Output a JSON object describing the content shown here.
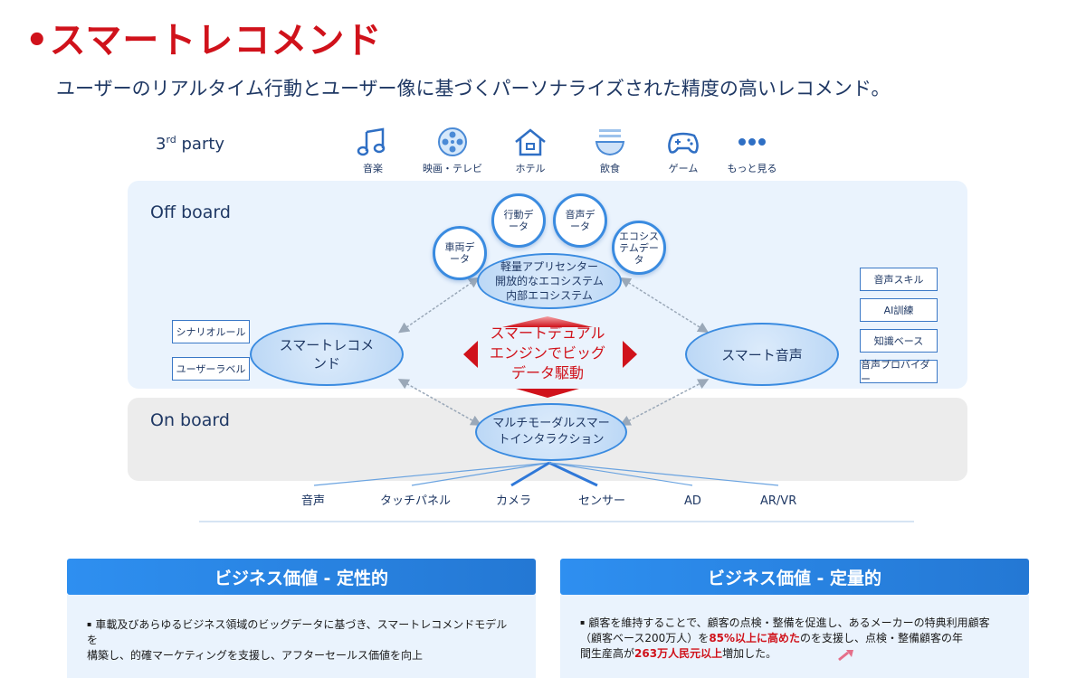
{
  "title": "•スマートレコメンド",
  "subtitle": "ユーザーのリアルタイム行動とユーザー像に基づくパーソナライズされた精度の高いレコメンド。",
  "third_party": {
    "label_prefix": "3",
    "label_sup": "rd",
    "label_suffix": " party",
    "items": [
      {
        "icon": "music-icon",
        "label": "音楽"
      },
      {
        "icon": "film-reel-icon",
        "label": "映画・テレビ"
      },
      {
        "icon": "house-icon",
        "label": "ホテル"
      },
      {
        "icon": "food-bowl-icon",
        "label": "飲食"
      },
      {
        "icon": "gamepad-icon",
        "label": "ゲーム"
      },
      {
        "icon": "more-dots-icon",
        "label": "もっと見る"
      }
    ]
  },
  "offboard": {
    "label": "Off board",
    "data_bubbles": [
      "車両データ",
      "行動データ",
      "音声データ",
      "エコシステムデータ"
    ],
    "data_bubble_lines": [
      [
        "車両デ",
        "ータ"
      ],
      [
        "行動デ",
        "ータ"
      ],
      [
        "音声デ",
        "ータ"
      ],
      [
        "エコシス",
        "テムデー",
        "タ"
      ]
    ],
    "center_lines": [
      "軽量アプリセンター",
      "開放的なエコシステム",
      "内部エコシステム"
    ],
    "left_tags": [
      "シナリオルール",
      "ユーザーラベル"
    ],
    "right_tags": [
      "音声スキル",
      "AI訓練",
      "知識ベース",
      "音声プロバイダー"
    ],
    "left_node_lines": [
      "スマートレコメ",
      "ンド"
    ],
    "right_node": "スマート音声",
    "engine_lines": [
      "スマートデュアル",
      "エンジンでビッグ",
      "データ駆動"
    ]
  },
  "onboard": {
    "label": "On board",
    "node_lines": [
      "マルチモーダルスマー",
      "トインタラクション"
    ],
    "inputs": [
      "音声",
      "タッチパネル",
      "カメラ",
      "センサー",
      "AD",
      "AR/VR"
    ]
  },
  "business": {
    "qualitative": {
      "title": "ビジネス価値 - 定性的",
      "bullet": "▪",
      "lines": [
        "車載及びあらゆるビジネス領域のビッグデータに基づき、スマートレコメンドモデルを",
        "構築し、的確マーケティングを支援し、アフターセールス価値を向上"
      ]
    },
    "quantitative": {
      "title": "ビジネス価値 - 定量的",
      "bullet": "▪",
      "line1": "顧客を維持することで、顧客の点検・整備を促進し、あるメーカーの特典利用顧客",
      "line2_pre": "（顧客ベース200万人）を",
      "line2_hl": "85%以上に高めた",
      "line2_post": "のを支援し、点検・整備顧客の年",
      "line3_pre": "間生産高が",
      "line3_hl": "263万人民元以上",
      "line3_post": "増加した。"
    }
  },
  "colors": {
    "accent_red": "#d0121b",
    "node_blue": "#3a8be0",
    "header_blue": "#2478d4"
  }
}
